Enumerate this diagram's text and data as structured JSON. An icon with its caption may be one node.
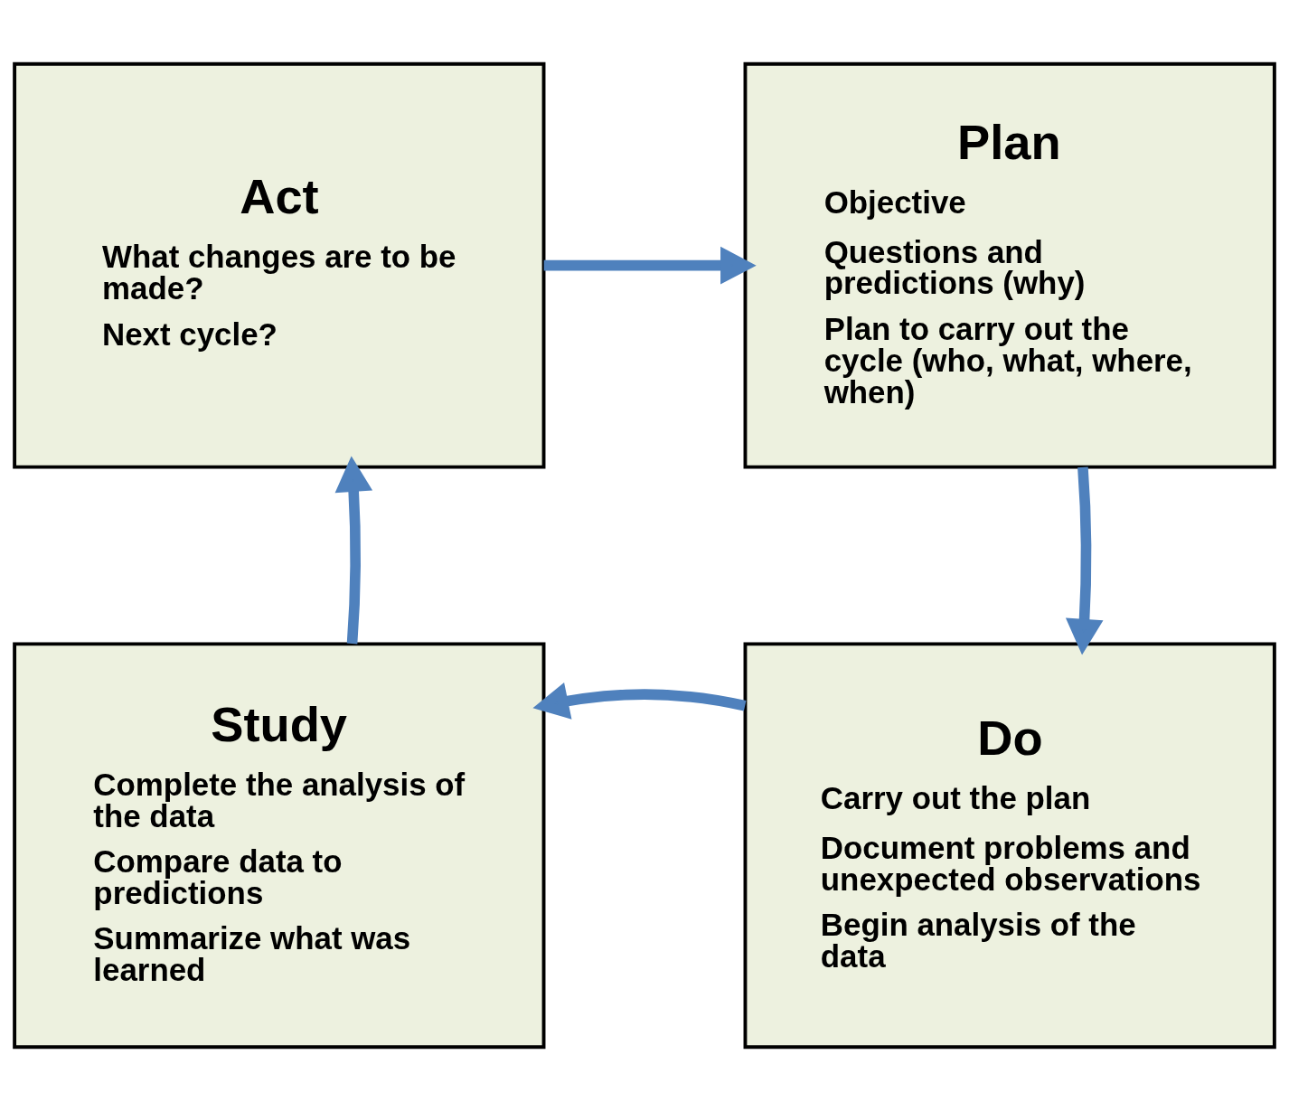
{
  "diagram": {
    "nodes": [
      {
        "text": [
          "Act",
          "What changes are to be made?",
          "Next cycle?"
        ]
      },
      {
        "text": [
          "Plan",
          "Objective",
          "Questions and predictions (why)",
          "Plan to carry out the cycle (who, what, where, when)"
        ]
      },
      {
        "text": [
          "Study",
          "Complete the analysis of the data",
          "Compare data to predictions",
          "Summarize what was learned"
        ]
      },
      {
        "text": [
          "Do",
          "Carry out the plan",
          "Document problems and unexpected observations",
          "Begin analysis of the data"
        ]
      }
    ],
    "edges": [
      {
        "from": 0,
        "to": 1,
        "arrow": "to"
      },
      {
        "from": 1,
        "to": 3,
        "arrow": "to"
      },
      {
        "from": 3,
        "to": 2,
        "arrow": "to"
      },
      {
        "from": 2,
        "to": 0,
        "arrow": "to"
      }
    ]
  }
}
